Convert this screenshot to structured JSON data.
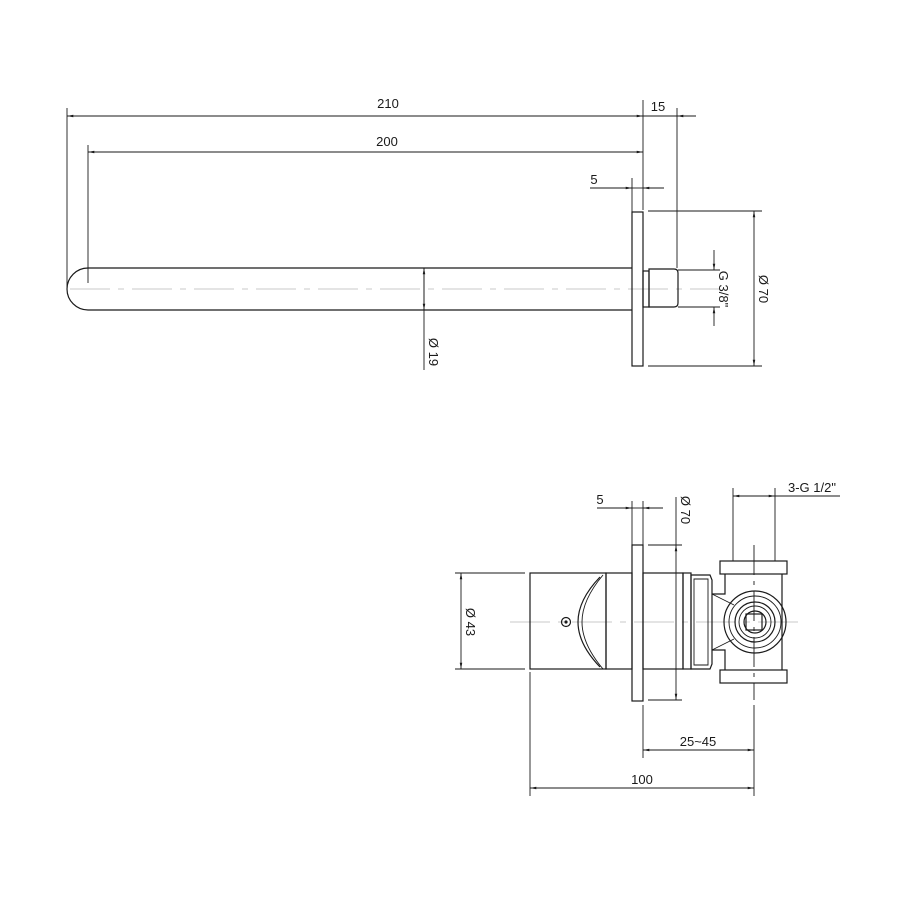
{
  "drawing": {
    "type": "technical drawing - wall-mounted spout and concealed mixer valve",
    "units": "mm",
    "stroke_color": "#1a1a1a",
    "centerline_color": "#c8c8c8",
    "background": "#ffffff"
  },
  "top_view": {
    "name": "spout side elevation",
    "dimensions": {
      "overall_length": "210",
      "spout_length": "200",
      "connector_depth": "15",
      "plate_thickness": "5",
      "spout_diameter": "Ø 19",
      "thread": "G 3/8\"",
      "plate_diameter": "Ø 70"
    }
  },
  "bottom_view": {
    "name": "mixer valve side elevation",
    "dimensions": {
      "plate_thickness": "5",
      "plate_diameter": "Ø 70",
      "connections": "3-G 1/2\"",
      "handle_diameter": "Ø 43",
      "wall_depth_range": "25~45",
      "overall_depth": "100"
    }
  }
}
